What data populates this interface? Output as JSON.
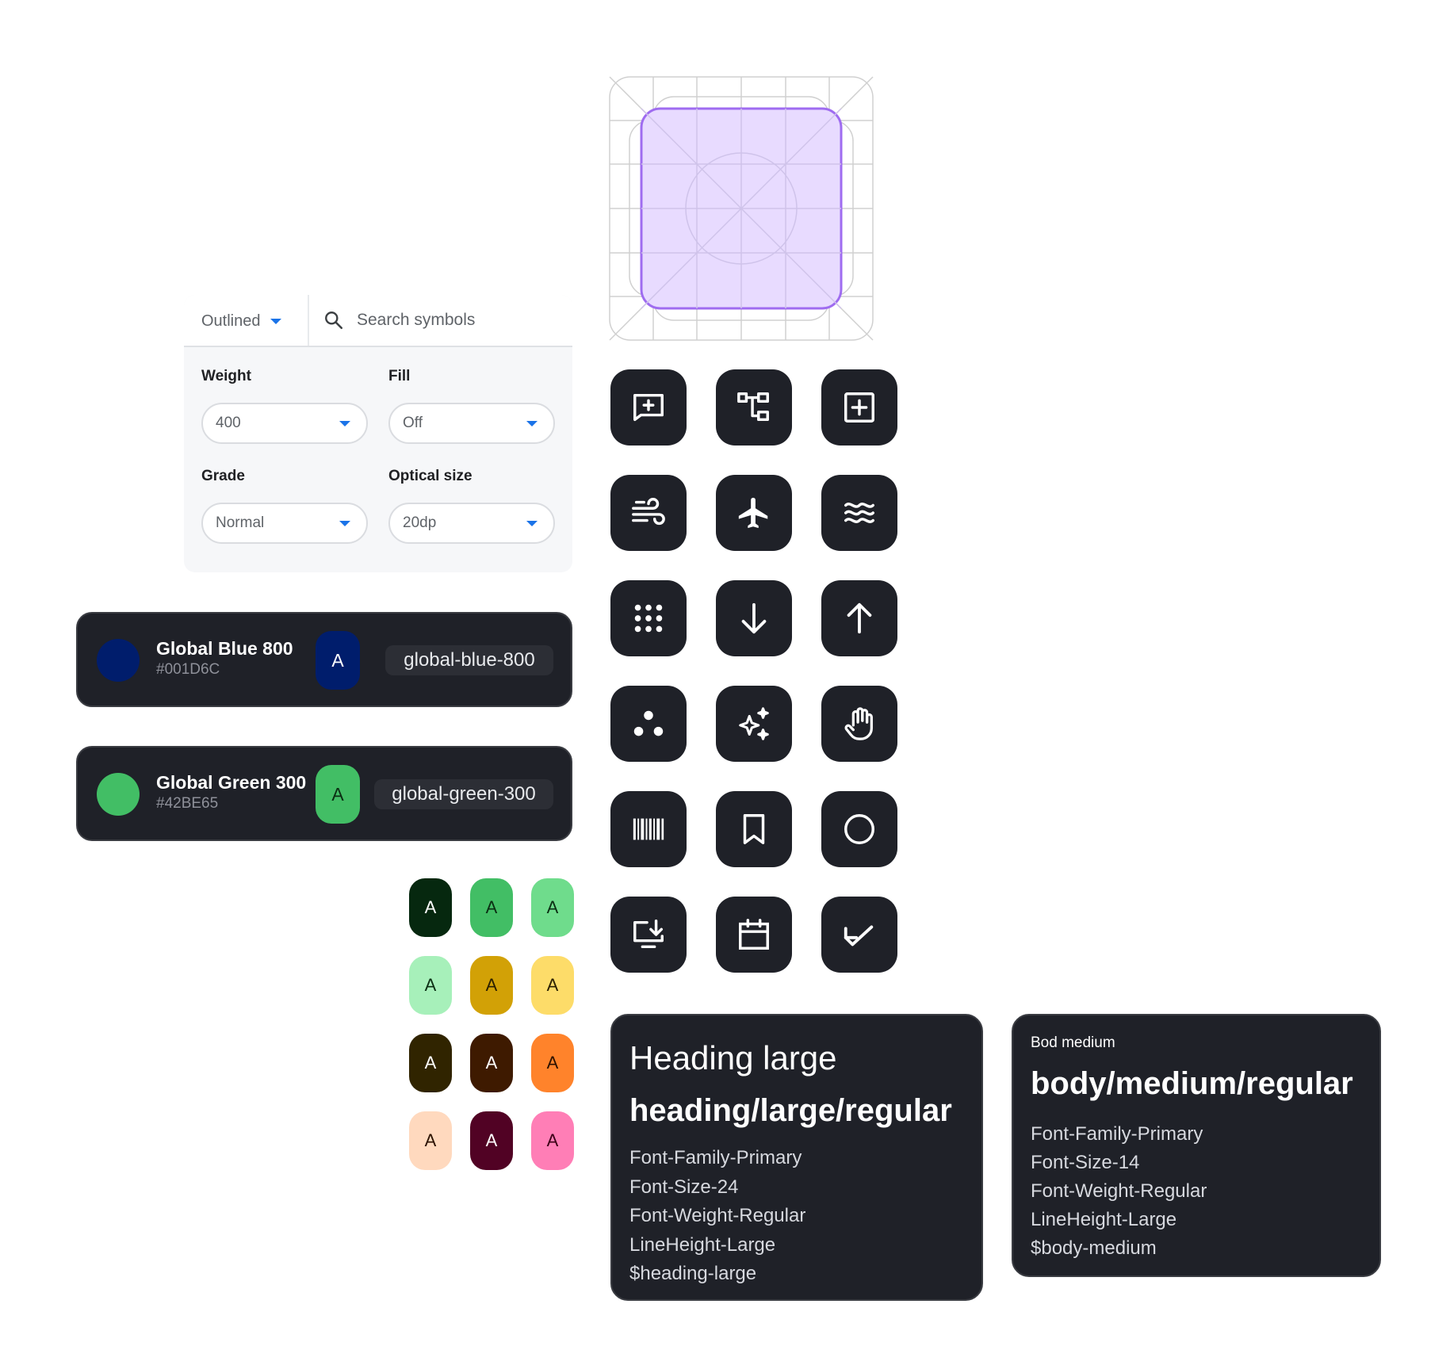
{
  "picker": {
    "style_select": "Outlined",
    "search_placeholder": "Search symbols",
    "weight_label": "Weight",
    "weight_value": "400",
    "fill_label": "Fill",
    "fill_value": "Off",
    "grade_label": "Grade",
    "grade_value": "Normal",
    "optical_label": "Optical size",
    "optical_value": "20dp"
  },
  "tokens": [
    {
      "name": "Global Blue 800",
      "hex": "#001D6C",
      "avatar_letter": "A",
      "chip": "global-blue-800",
      "color": "#001D6C",
      "avatar_text_color": "#ffffff"
    },
    {
      "name": "Global Green 300",
      "hex": "#42BE65",
      "avatar_letter": "A",
      "chip": "global-green-300",
      "color": "#42BE65",
      "avatar_text_color": "#0b2e13"
    }
  ],
  "swatches": [
    {
      "letter": "A",
      "bg": "#06280f",
      "fg": "#ffffff"
    },
    {
      "letter": "A",
      "bg": "#42be65",
      "fg": "#0b2e13"
    },
    {
      "letter": "A",
      "bg": "#6fdc8c",
      "fg": "#0b2e13"
    },
    {
      "letter": "A",
      "bg": "#a7f0ba",
      "fg": "#0b2e13"
    },
    {
      "letter": "A",
      "bg": "#d2a106",
      "fg": "#2b2000"
    },
    {
      "letter": "A",
      "bg": "#fddc69",
      "fg": "#2b2000"
    },
    {
      "letter": "A",
      "bg": "#302400",
      "fg": "#ffffff"
    },
    {
      "letter": "A",
      "bg": "#3e1a00",
      "fg": "#ffffff"
    },
    {
      "letter": "A",
      "bg": "#ff832b",
      "fg": "#2b1100"
    },
    {
      "letter": "A",
      "bg": "#ffd9be",
      "fg": "#2b1100"
    },
    {
      "letter": "A",
      "bg": "#510224",
      "fg": "#ffffff"
    },
    {
      "letter": "A",
      "bg": "#ff7eb6",
      "fg": "#3b0016"
    }
  ],
  "icons": [
    "add-comment-icon",
    "account-tree-icon",
    "add-box-icon",
    "air-icon",
    "airplane-icon",
    "waves-icon",
    "apps-dots-icon",
    "arrow-down-icon",
    "arrow-up-icon",
    "bubble-chart-icon",
    "sparkle-icon",
    "hand-icon",
    "barcode-icon",
    "bookmark-icon",
    "circle-icon",
    "install-desktop-icon",
    "calendar-icon",
    "call-received-icon"
  ],
  "keyline": {
    "fill": "#e8dbff",
    "stroke": "#9f6cf0",
    "grid": "#d0d0d0"
  },
  "type_heading": {
    "title": "Heading large",
    "token": "heading/large/regular",
    "lines": [
      "Font-Family-Primary",
      "Font-Size-24",
      "Font-Weight-Regular",
      "LineHeight-Large",
      "$heading-large"
    ]
  },
  "type_body": {
    "title": "Bod medium",
    "token": "body/medium/regular",
    "lines": [
      "Font-Family-Primary",
      "Font-Size-14",
      "Font-Weight-Regular",
      "LineHeight-Large",
      "$body-medium"
    ]
  }
}
